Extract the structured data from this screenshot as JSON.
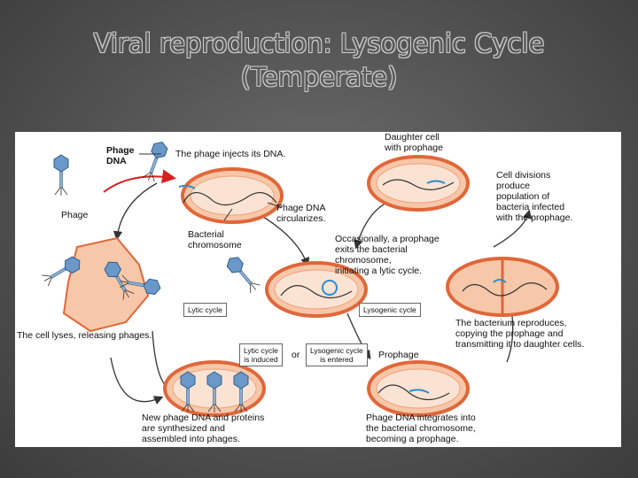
{
  "slide": {
    "title_line1": "Viral reproduction:  Lysogenic Cycle",
    "title_line2": "(Temperate)"
  },
  "diagram": {
    "phage_dna": "Phage\nDNA",
    "phage": "Phage",
    "injects": "The phage injects its DNA.",
    "daughter_cell": "Daughter cell\nwith prophage",
    "cell_divisions": "Cell divisions\nproduce\npopulation of\nbacteria infected\nwith the prophage.",
    "dna_circularizes": "Phage DNA\ncircularizes.",
    "bacterial_chromosome": "Bacterial\nchromosome",
    "occasionally": "Occasionally, a prophage\nexits the bacterial\nchromosome,\ninitiating a lytic cycle.",
    "lytic_cycle": "Lytic cycle",
    "lysogenic_cycle": "Lysogenic cycle",
    "cell_lyses": "The cell lyses, releasing phages.",
    "bacterium_reproduces": "The bacterium reproduces,\ncopying the prophage and\ntransmitting it to daughter cells.",
    "lytic_induced": "Lytic cycle\nis induced",
    "or": "or",
    "lysogenic_entered": "Lysogenic cycle\nis entered",
    "prophage": "Prophage",
    "new_phage_dna": "New phage DNA and proteins\nare synthesized and\nassembled into phages.",
    "dna_integrates": "Phage DNA integrates into\nthe bacterial chromosome,\nbecoming a prophage."
  },
  "colors": {
    "cell_fill": "#f6c7a8",
    "cell_stroke": "#e0673a",
    "phage": "#6a98c8",
    "injection_arrow": "#d62020",
    "dna_blue": "#2e8ccc",
    "arrow": "#333333"
  }
}
